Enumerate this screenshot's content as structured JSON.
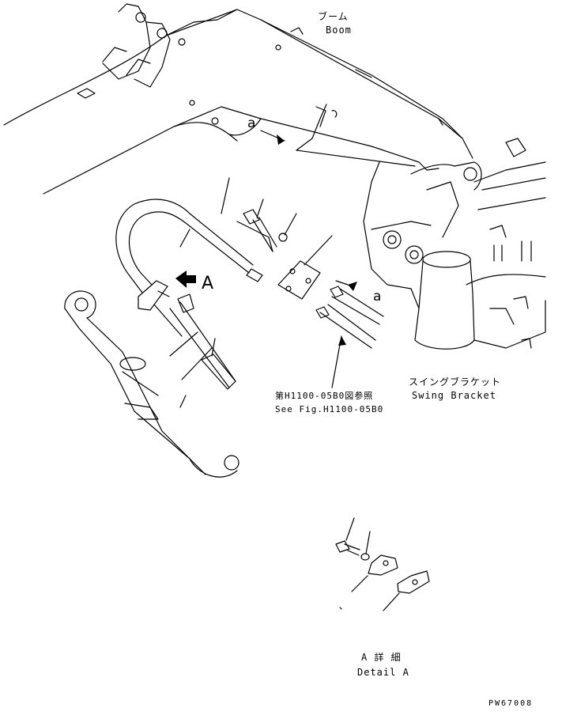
{
  "labels": {
    "boom_ja": "ブーム",
    "boom_en": "Boom",
    "callout_a": "a",
    "callout_a2": "a",
    "view_a": "A",
    "swing_ja": "スイングブラケット",
    "swing_en": "Swing Bracket",
    "see_fig_ja": "第H1100-05B0図参照",
    "see_fig_en": "See Fig.H1100-05B0",
    "detail_ja": "A 詳 細",
    "detail_en": "Detail A",
    "drawing_no": "PW67008"
  }
}
